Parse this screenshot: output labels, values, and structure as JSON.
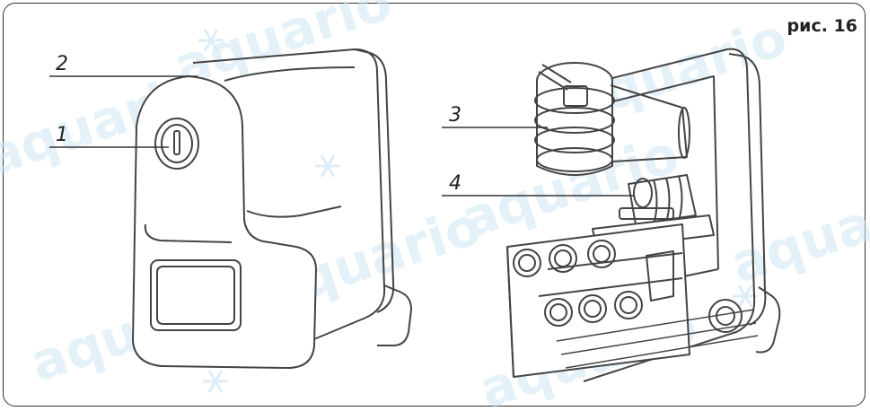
{
  "figure": {
    "label": "рис. 16"
  },
  "callouts": [
    "1",
    "2",
    "3",
    "4"
  ],
  "watermark": {
    "text": "aquario",
    "color": "#cfe6f4"
  },
  "colors": {
    "line": "#444444",
    "frame": "#333333"
  }
}
